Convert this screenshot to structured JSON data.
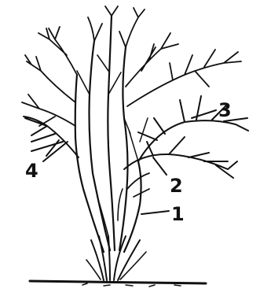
{
  "figure": {
    "subject": "shrub-branching-diagram",
    "ink_color": "#111111",
    "background_color": "#ffffff"
  },
  "callouts": [
    {
      "id": "1",
      "text": "1"
    },
    {
      "id": "2",
      "text": "2"
    },
    {
      "id": "3",
      "text": "3"
    },
    {
      "id": "4",
      "text": "4"
    }
  ]
}
